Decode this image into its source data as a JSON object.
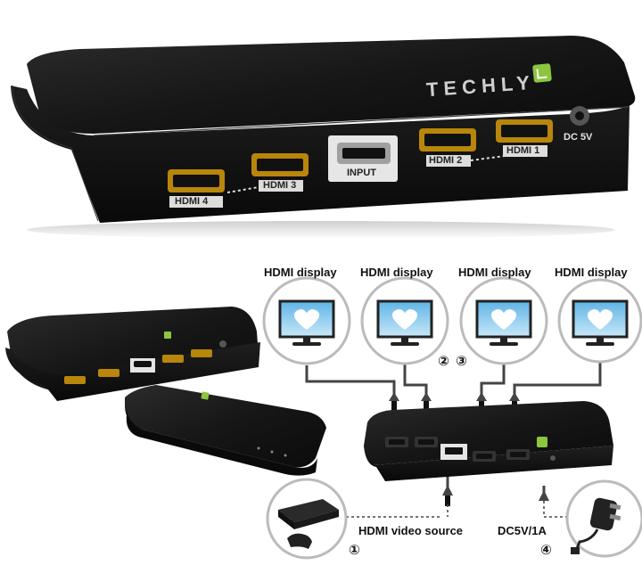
{
  "main_device": {
    "brand": "TECHLY",
    "ports": [
      {
        "id": "hdmi4",
        "label": "HDMI 4"
      },
      {
        "id": "hdmi3",
        "label": "HDMI 3"
      },
      {
        "id": "input",
        "label": "INPUT"
      },
      {
        "id": "hdmi2",
        "label": "HDMI 2"
      },
      {
        "id": "hdmi1",
        "label": "HDMI 1"
      }
    ],
    "power_label": "DC 5V"
  },
  "diagram": {
    "displays": [
      {
        "label": "HDMI display"
      },
      {
        "label": "HDMI display"
      },
      {
        "label": "HDMI display"
      },
      {
        "label": "HDMI display"
      }
    ],
    "source_label": "HDMI video source",
    "power_label": "DC5V/1A",
    "markers": [
      "①",
      "②",
      "③",
      "④"
    ]
  },
  "colors": {
    "accent": "#8cc63f",
    "device": "#141414",
    "cable": "#444444"
  }
}
